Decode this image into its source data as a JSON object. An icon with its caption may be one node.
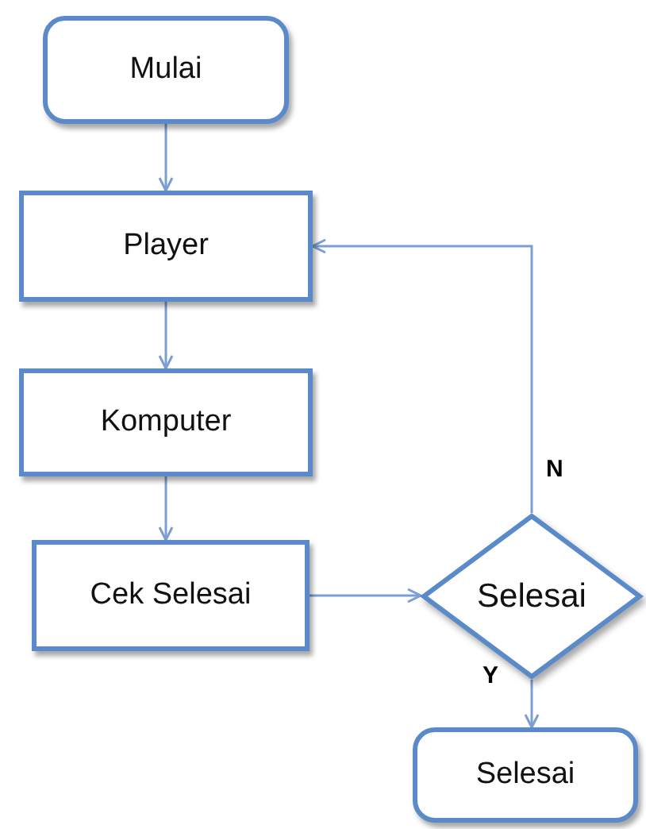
{
  "diagram": {
    "nodes": [
      {
        "text": [
          "Mulai"
        ]
      },
      {
        "text": [
          "Player"
        ]
      },
      {
        "text": [
          "Komputer"
        ]
      },
      {
        "text": [
          "Cek Selesai"
        ]
      },
      {
        "text": [
          "Selesai"
        ]
      },
      {
        "text": [
          "Selesai"
        ]
      }
    ],
    "edges": [
      {
        "from": 0,
        "to": 1,
        "arrow": "to"
      },
      {
        "from": 1,
        "to": 2,
        "arrow": "to"
      },
      {
        "from": 2,
        "to": 3,
        "arrow": "to"
      },
      {
        "from": 3,
        "to": 4,
        "arrow": "to"
      },
      {
        "from": 4,
        "to": 1,
        "arrow": "to",
        "label": "N"
      },
      {
        "from": 4,
        "to": 5,
        "arrow": "to",
        "label": "Y"
      }
    ]
  }
}
